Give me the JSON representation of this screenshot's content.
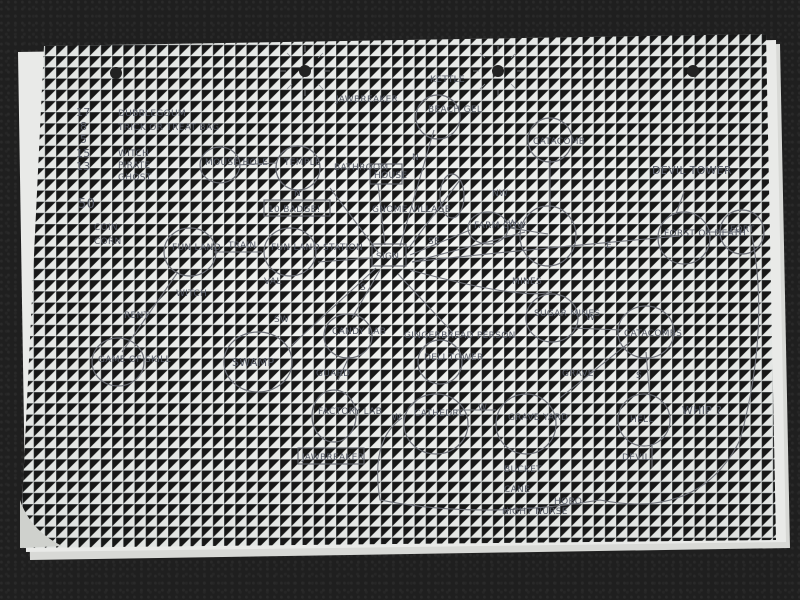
{
  "sidebar_notes": {
    "item_1_number": "17",
    "item_1_text": "DUBBLEGOUM",
    "item_2_number": "8",
    "item_2_text": "TRICK OR TREAT BAG",
    "item_3_number": "5",
    "item_4_number": "15",
    "item_4_text": "WITCH",
    "item_5_number": "13",
    "item_5_text": "PIRATE",
    "item_6_text": "GHOST",
    "score": "50",
    "currency_1": "COIN",
    "currency_2": "CORN"
  },
  "header_labels": {
    "kettle": "KETTLE",
    "jawbreaker_top": "JAWBREAKER"
  },
  "nodes": {
    "beach_gel": "BEACH GEL",
    "mouse_hole": "MOUSE HOLE",
    "temple": "TEMPLE",
    "badge": "10 BADGE!",
    "bathroom": "BATHROOM",
    "house": "HOUSE",
    "gnome_village": "GNOME VILLAGE",
    "catacomb_top": "CATACOMB",
    "devil_tower": "DEVIL TOWER",
    "fun_land": "FUN LAND",
    "fun_land_station": "FUN LAND STATION",
    "val": "VAL",
    "sign": "SIGN",
    "farm_cow": "FARM COW",
    "forest_of_death": "FORST OF DEATH",
    "fort": "FORT",
    "game_of_skill": "GAME OF SKILL",
    "swamp": "SWAMP",
    "candy_lab": "CANDY LAB",
    "guard": "GUARD",
    "factory_lab": "FACTORY LAB",
    "jawbreaker_box": "JAWBREAKER",
    "gingerbread_person": "GINGERBREAD PERSON",
    "deli_tower": "DELI TOWER",
    "cathedral": "CATHEDRL",
    "graveyard": "GRAVE YARD",
    "sugar_mines": "SUGAR MINES",
    "catacombs": "CATACOMBS",
    "hell": "HELL",
    "whip": "WHIP ?",
    "devil": "DEVIL",
    "bucket": "BUCKET",
    "cane": "CANE",
    "hobo": "HOBO",
    "night_nurse": "NIGHT NURSE"
  },
  "edge_labels": {
    "train": "TRAIN",
    "rent": "RENT",
    "witch": "WITCH",
    "n": "N",
    "nw": "NW",
    "w_farm": "W",
    "se": "SE",
    "e": "E",
    "mines": "MINES",
    "s_top": "S",
    "sw": "SW",
    "w_sugar": "W",
    "grave": "GRAVE",
    "s_hell": "S",
    "w_cath": "W",
    "w_left": "W",
    "n_temple": "N"
  }
}
